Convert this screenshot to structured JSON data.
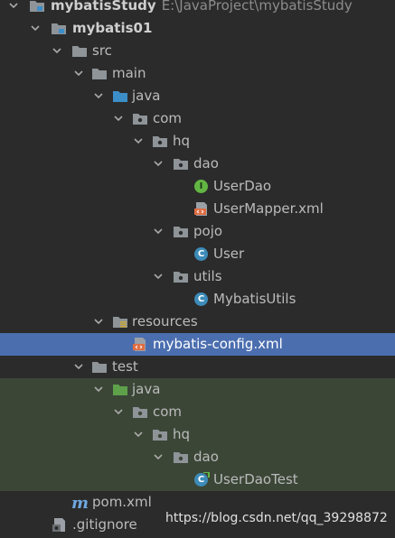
{
  "project_tree": {
    "root": {
      "label": "mybatisStudy",
      "path": "E:\\JavaProject\\mybatisStudy"
    },
    "module": {
      "label": "mybatis01"
    },
    "nodes": {
      "src": "src",
      "main": "main",
      "java_main": "java",
      "com_main": "com",
      "hq_main": "hq",
      "dao_main": "dao",
      "userdao": "UserDao",
      "usermapper": "UserMapper.xml",
      "pojo": "pojo",
      "user": "User",
      "utils": "utils",
      "mybatisutils": "MybatisUtils",
      "resources": "resources",
      "mybatis_config": "mybatis-config.xml",
      "test": "test",
      "java_test": "java",
      "com_test": "com",
      "hq_test": "hq",
      "dao_test": "dao",
      "userdaotest": "UserDaoTest",
      "pom": "pom.xml",
      "gitignore": ".gitignore"
    },
    "selected": "mybatis-config.xml"
  },
  "watermark": "https://blog.csdn.net/qq_39298872",
  "colors": {
    "background": "#2b2b2b",
    "selection": "#4b6eaf",
    "test_region": "#3b4637",
    "folder": "#8e9498",
    "source_folder": "#3c8ec8",
    "test_source_folder": "#5ea14a",
    "class_badge": "#3d8bb8",
    "interface_badge": "#62b543",
    "xml_badge": "#e06d43"
  }
}
